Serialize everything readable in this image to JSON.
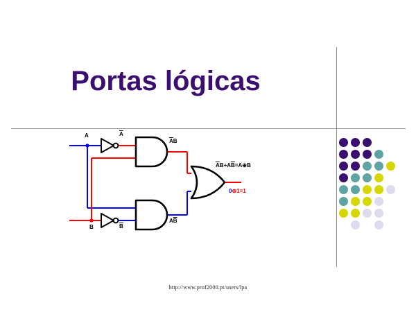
{
  "slide": {
    "title": "Portas lógicas",
    "title_color": "#3B0F6F",
    "footer_url": "http://www.prof2000.pt/users/lpa",
    "background": "#FFFFFF",
    "rule_color": "#9A9A9A"
  },
  "circuit": {
    "caption_expression": "AB+AB=A⊕B",
    "expression_parts": {
      "term1_a": "A",
      "term1_b": "B",
      "plus": "+",
      "term2_a": "A",
      "term2_b": "B",
      "equals": "=",
      "result_a": "A",
      "xor": "⊕",
      "result_b": "B"
    },
    "value_line": {
      "left": "0",
      "op": "⊕",
      "right": "1",
      "equals": "=",
      "result": "1",
      "left_color": "#0000FF",
      "rest_color": "#FF0000"
    },
    "labels": {
      "input_a": "A",
      "input_b": "B",
      "not_a": "A",
      "not_b": "B",
      "and_top_out": "AB",
      "and_bottom_out": "AB"
    },
    "wire_colors": {
      "logic_high": "#FF0000",
      "logic_low": "#0000FF",
      "gate_outline": "#000000"
    },
    "gates": [
      {
        "name": "inverter-a",
        "type": "NOT"
      },
      {
        "name": "inverter-b",
        "type": "NOT"
      },
      {
        "name": "and-top",
        "type": "AND"
      },
      {
        "name": "and-bottom",
        "type": "AND"
      },
      {
        "name": "or-output",
        "type": "OR"
      }
    ]
  },
  "dot_grid": {
    "colors": {
      "purple": "#3B0F6F",
      "teal": "#5FA3A3",
      "yellow": "#D6D600",
      "pale": "#DCDCEE"
    },
    "spacing": 17,
    "rows": [
      [
        "purple",
        "purple",
        "purple",
        null,
        null
      ],
      [
        "purple",
        "purple",
        "purple",
        "teal",
        null
      ],
      [
        "purple",
        "purple",
        "teal",
        "teal",
        "yellow"
      ],
      [
        "purple",
        "teal",
        "teal",
        "yellow",
        null
      ],
      [
        "teal",
        "teal",
        "yellow",
        "yellow",
        "pale"
      ],
      [
        "teal",
        "yellow",
        "yellow",
        "pale",
        null
      ],
      [
        "yellow",
        "yellow",
        "pale",
        "pale",
        null
      ],
      [
        null,
        "pale",
        null,
        "pale",
        null
      ]
    ]
  }
}
